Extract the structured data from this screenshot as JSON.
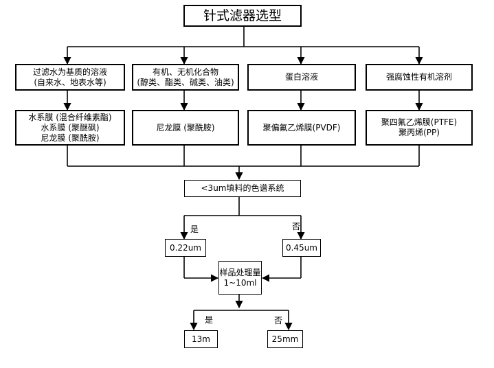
{
  "title": "针式滤器选型",
  "categories": [
    {
      "lines": [
        "过滤水为基质的溶液",
        "(自来水、地表水等)"
      ]
    },
    {
      "lines": [
        "有机、无机化合物",
        "(醇类、酯类、碱类、油类)"
      ]
    },
    {
      "lines": [
        "蛋白溶液"
      ]
    },
    {
      "lines": [
        "强腐蚀性有机溶剂"
      ]
    }
  ],
  "membranes": [
    {
      "lines": [
        "水系膜 (混合纤维素酯)",
        "水系膜 (聚醚砜)",
        "尼龙膜 (聚酰胺)"
      ]
    },
    {
      "lines": [
        "尼龙膜 (聚酰胺)"
      ]
    },
    {
      "lines": [
        "聚偏氟乙烯膜(PVDF)"
      ]
    },
    {
      "lines": [
        "聚四氟乙烯膜(PTFE)",
        "聚丙烯(PP)"
      ]
    }
  ],
  "question_pore": "<3um填料的色谱系统",
  "yes_label": "是",
  "no_label": "否",
  "pore_yes": "0.22um",
  "pore_no": "0.45um",
  "volume_question": [
    "样品处理量",
    "1~10ml"
  ],
  "size_yes": "13m",
  "size_no": "25mm"
}
